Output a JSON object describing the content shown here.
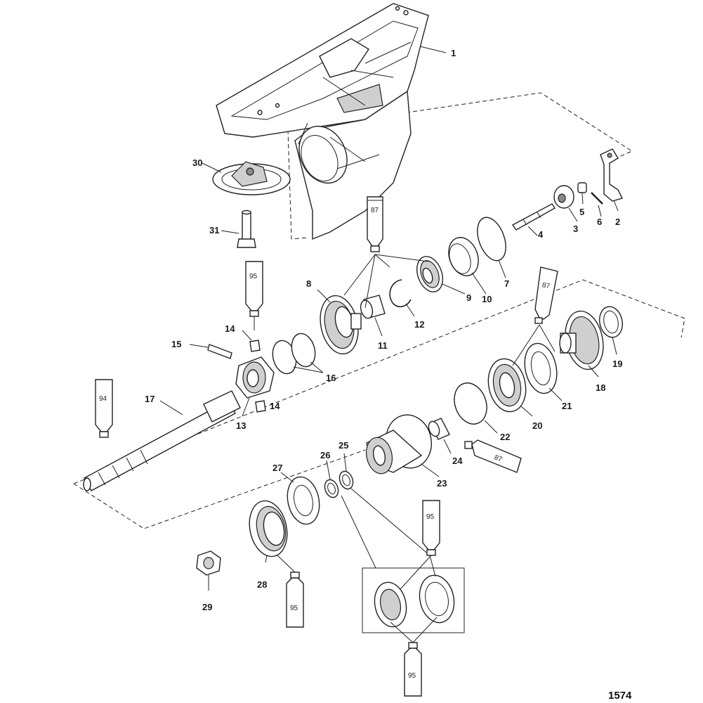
{
  "figure_number": "1574",
  "callouts": [
    {
      "id": "c1",
      "text": "1"
    },
    {
      "id": "c2",
      "text": "2"
    },
    {
      "id": "c3",
      "text": "3"
    },
    {
      "id": "c4",
      "text": "4"
    },
    {
      "id": "c5",
      "text": "5"
    },
    {
      "id": "c6",
      "text": "6"
    },
    {
      "id": "c7",
      "text": "7"
    },
    {
      "id": "c8",
      "text": "8"
    },
    {
      "id": "c9",
      "text": "9"
    },
    {
      "id": "c10",
      "text": "10"
    },
    {
      "id": "c11",
      "text": "11"
    },
    {
      "id": "c12",
      "text": "12"
    },
    {
      "id": "c13",
      "text": "13"
    },
    {
      "id": "c14a",
      "text": "14"
    },
    {
      "id": "c14b",
      "text": "14"
    },
    {
      "id": "c15",
      "text": "15"
    },
    {
      "id": "c16",
      "text": "16"
    },
    {
      "id": "c17",
      "text": "17"
    },
    {
      "id": "c18",
      "text": "18"
    },
    {
      "id": "c19",
      "text": "19"
    },
    {
      "id": "c20",
      "text": "20"
    },
    {
      "id": "c21",
      "text": "21"
    },
    {
      "id": "c22",
      "text": "22"
    },
    {
      "id": "c23",
      "text": "23"
    },
    {
      "id": "c24",
      "text": "24"
    },
    {
      "id": "c25",
      "text": "25"
    },
    {
      "id": "c26",
      "text": "26"
    },
    {
      "id": "c27",
      "text": "27"
    },
    {
      "id": "c28",
      "text": "28"
    },
    {
      "id": "c29",
      "text": "29"
    },
    {
      "id": "c30",
      "text": "30"
    },
    {
      "id": "c31",
      "text": "31"
    }
  ],
  "tubes": [
    {
      "id": "t87a",
      "text": "87"
    },
    {
      "id": "t87b",
      "text": "87"
    },
    {
      "id": "t87c",
      "text": "87"
    },
    {
      "id": "t95a",
      "text": "95"
    },
    {
      "id": "t95b",
      "text": "95"
    },
    {
      "id": "t95c",
      "text": "95"
    },
    {
      "id": "t95d",
      "text": "95"
    },
    {
      "id": "t94",
      "text": "94"
    }
  ]
}
